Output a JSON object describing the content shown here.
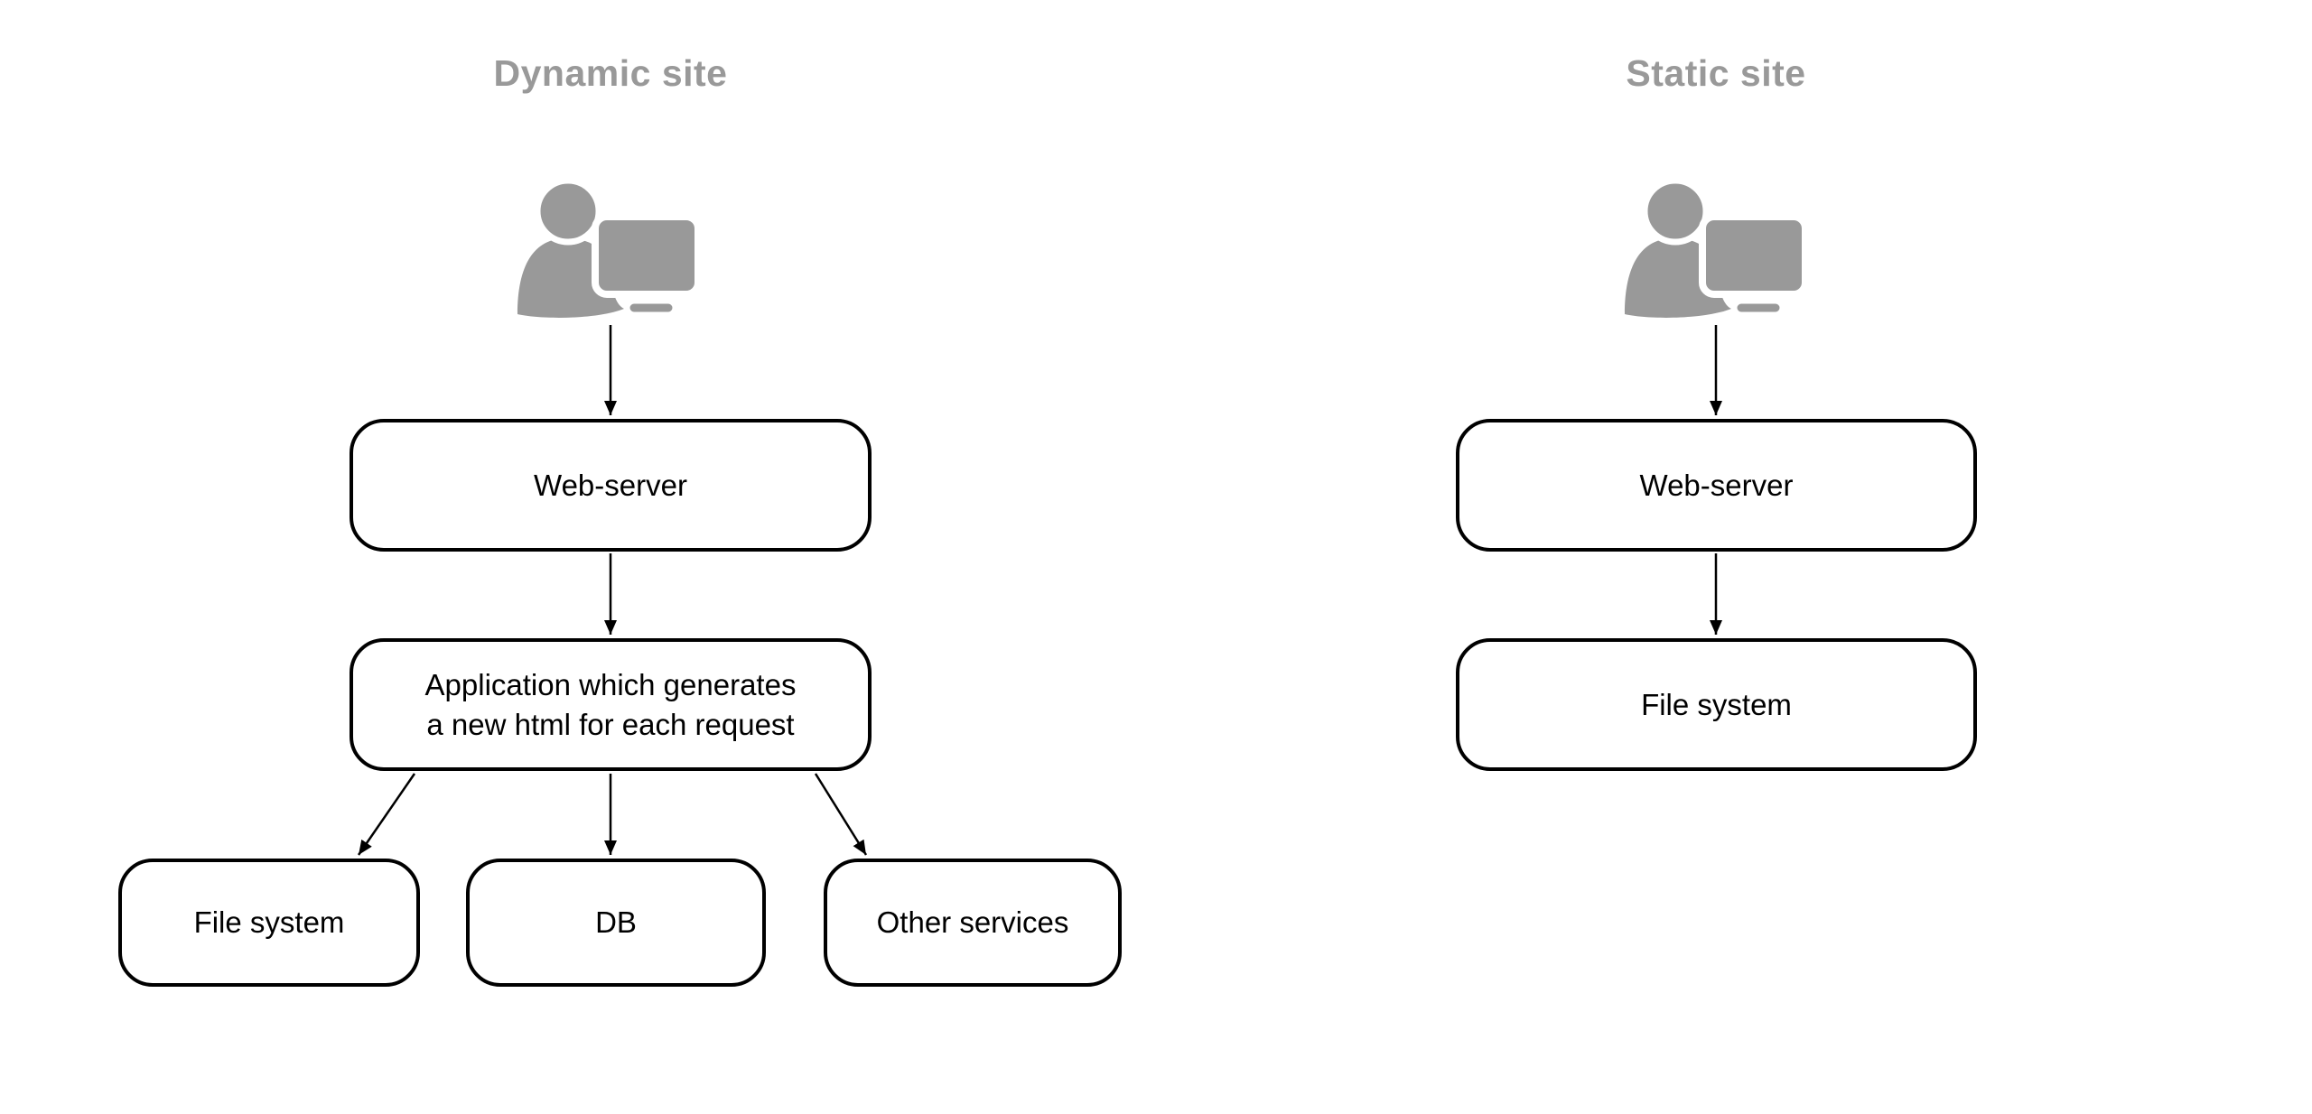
{
  "diagram": {
    "dynamic": {
      "title": "Dynamic site",
      "nodes": {
        "web_server": "Web-server",
        "application_line1": "Application which generates",
        "application_line2": "a new html for each request",
        "file_system": "File system",
        "db": "DB",
        "other_services": "Other services"
      }
    },
    "static": {
      "title": "Static site",
      "nodes": {
        "web_server": "Web-server",
        "file_system": "File system"
      }
    },
    "icons": {
      "user_computer": "user-at-computer-icon"
    },
    "colors": {
      "title_gray": "#999999",
      "icon_gray": "#999999",
      "node_border": "#000000",
      "node_text": "#000000",
      "background": "#ffffff"
    }
  }
}
